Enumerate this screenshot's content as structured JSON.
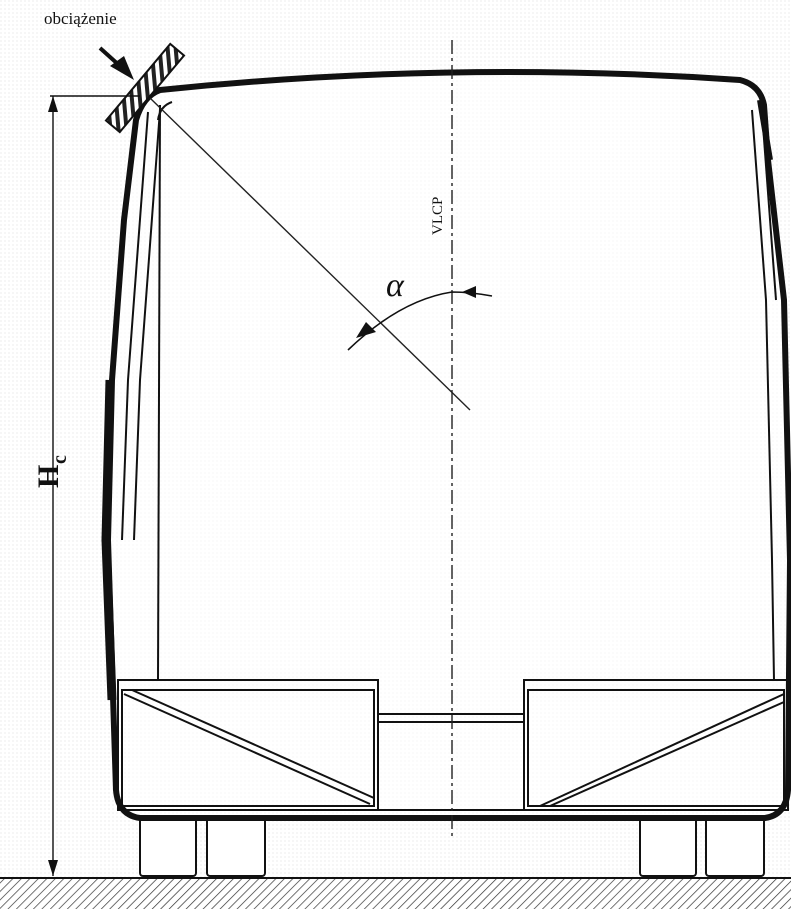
{
  "labels": {
    "load": "obciążenie",
    "center_plane": "VLCP",
    "angle": "α",
    "height": "H",
    "height_sub": "c"
  }
}
